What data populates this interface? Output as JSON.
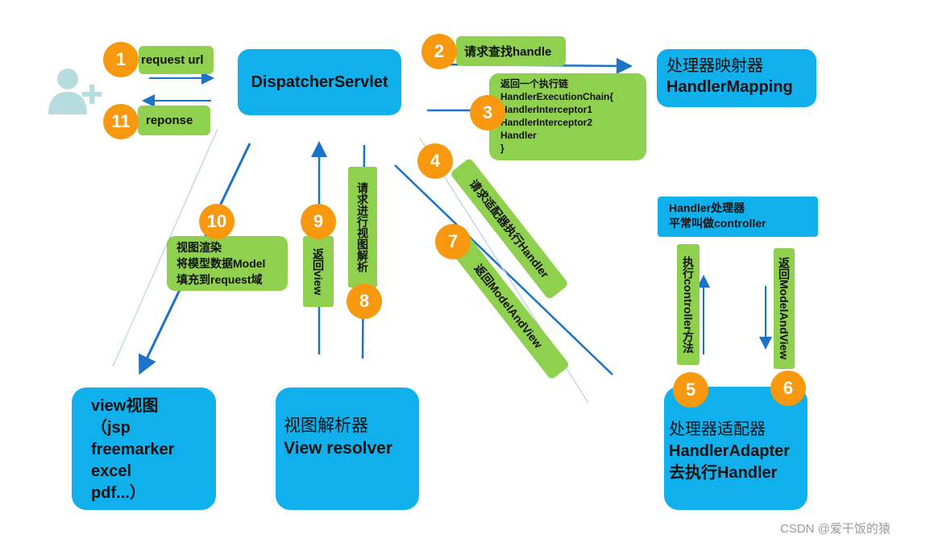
{
  "dispatcher": {
    "label": "DispatcherServlet"
  },
  "handler_mapping": {
    "line1": "处理器映射器",
    "line2": "HandlerMapping"
  },
  "handler_box": {
    "line1": "Handler处理器",
    "line2": "平常叫做controller"
  },
  "handler_adapter": {
    "line1": "处理器适配器",
    "line2": "HandlerAdapter",
    "line3": "去执行Handler"
  },
  "view_resolver": {
    "line1": "视图解析器",
    "line2": "View resolver"
  },
  "view_box": {
    "line1": "view视图",
    "line2": "（jsp",
    "line3": "freemarker",
    "line4": "excel",
    "line5": "pdf...）"
  },
  "steps": {
    "s1": {
      "num": "1",
      "label": "request url"
    },
    "s2": {
      "num": "2",
      "label": "请求查找handle"
    },
    "s3": {
      "num": "3",
      "label": "返回一个执行链\nHandlerExecutionChain{\n  HandlerInterceptor1\n  HandlerInterceptor2\n  Handler\n}"
    },
    "s4": {
      "num": "4",
      "label": "请求适配器执行Handler"
    },
    "s5": {
      "num": "5",
      "label": "执行controller方法"
    },
    "s6": {
      "num": "6",
      "label": "返回ModelAndView"
    },
    "s7": {
      "num": "7",
      "label": "返回ModelAndView"
    },
    "s8": {
      "num": "8",
      "label": "请求进行视图解析"
    },
    "s9": {
      "num": "9",
      "label": "返回view"
    },
    "s10": {
      "num": "10",
      "label": "视图渲染\n将模型数据Model\n填充到request域"
    },
    "s11": {
      "num": "11",
      "label": "reponse"
    }
  },
  "watermark": "CSDN @爱干饭的猿",
  "colors": {
    "box_blue": "#0fb0ec",
    "label_green": "#8fd14f",
    "badge_orange": "#f7980f",
    "arrow_blue": "#1a73c8"
  },
  "icons": {
    "user": "add-user-icon"
  }
}
